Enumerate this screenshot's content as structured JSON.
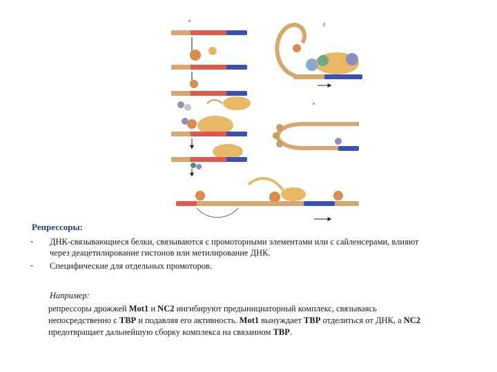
{
  "heading": "Репрессоры:",
  "bullets": [
    {
      "dash": "-",
      "lines": [
        "ДНК-связывающиеся белки, связываются с промоторными элементами или с сайленсерами, влияют",
        "через деацетилирование гистонов или метилирование ДНК."
      ]
    },
    {
      "dash": "-",
      "lines": [
        "Специфические для отдельных промоторов."
      ]
    }
  ],
  "example_label": "Например:",
  "example": {
    "seg1": "репрессоры дрожжей ",
    "mot1_a": "Mot1",
    "seg2": " и ",
    "nc2_a": "NC2",
    "seg3": " ингибируют предынициаторный комплекс, связываясь",
    "seg4": "непосредственно с ",
    "tbp_a": "TBP",
    "seg5": " и подавляя его активность. ",
    "mot1_b": "Mot1",
    "seg6": " вынуждает ",
    "tbp_b": "TBP",
    "seg7": " отделиться от ДНК, а ",
    "nc2_b": "NC2",
    "seg8": "предотвращает дальнейшую сборку комплекса на связанном ",
    "tbp_c": "TBP",
    "seg9": "."
  },
  "figure": {
    "panel_label_a": "a",
    "panel_label_b": "б",
    "panel_label_c": "в",
    "colors": {
      "dna_red": "#e0584a",
      "dna_tan": "#d9a66b",
      "dna_blue": "#3b4fb8",
      "protein": "#e9b864",
      "protein_dark": "#d0873a",
      "arrow": "#222222"
    }
  }
}
